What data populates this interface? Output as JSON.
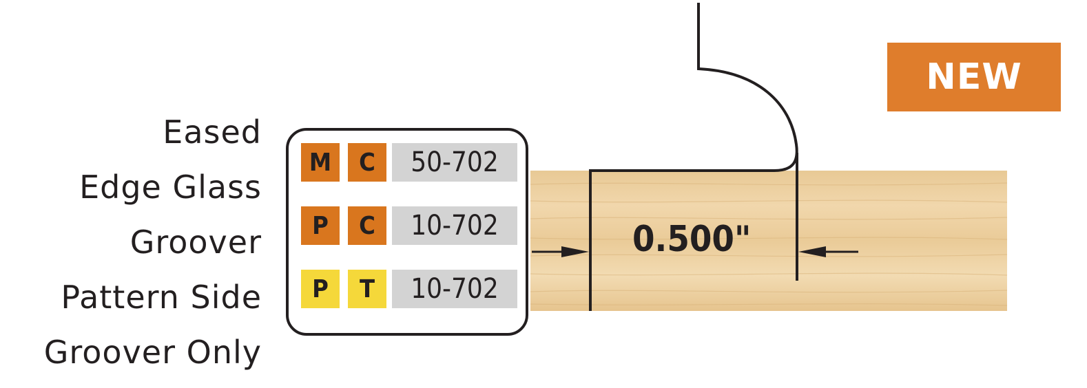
{
  "title_lines": [
    "Eased",
    "Edge Glass",
    "Groover",
    "Pattern Side",
    "Groover Only"
  ],
  "codes": [
    {
      "badge1": "M",
      "badge2": "C",
      "part": "50-702",
      "badge_color": "#d9761e"
    },
    {
      "badge1": "P",
      "badge2": "C",
      "part": "10-702",
      "badge_color": "#d9761e"
    },
    {
      "badge1": "P",
      "badge2": "T",
      "part": "10-702",
      "badge_color": "#f5d83a"
    }
  ],
  "dimension": "0.500\"",
  "new_badge": "NEW",
  "colors": {
    "text": "#231f20",
    "orange": "#d9761e",
    "yellow": "#f5d83a",
    "part_bg": "#d3d3d3",
    "new_bg": "#df7d2c",
    "wood_light": "#f0d6a8",
    "wood_dark": "#e3be86"
  }
}
